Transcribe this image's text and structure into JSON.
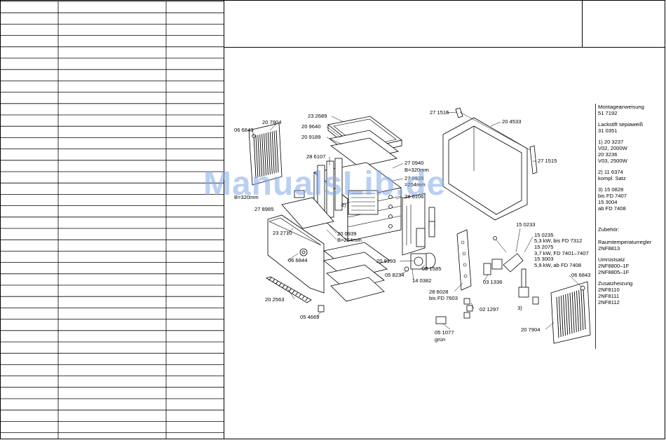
{
  "watermark": "ManualsLib.de",
  "labels": [
    {
      "id": "l1",
      "text": "06 6843"
    },
    {
      "id": "l2",
      "text": "20 7904"
    },
    {
      "id": "l3",
      "text": "23 2689"
    },
    {
      "id": "l4",
      "text": "20 9640"
    },
    {
      "id": "l5",
      "text": "20 9189"
    },
    {
      "id": "l6",
      "text": "28 6107"
    },
    {
      "id": "l7",
      "text": "27 0940"
    },
    {
      "id": "l8",
      "text": "B=320mm"
    },
    {
      "id": "l9",
      "text": "27 0939"
    },
    {
      "id": "l10",
      "text": "=254mm"
    },
    {
      "id": "l11",
      "text": "28 6106"
    },
    {
      "id": "l12",
      "text": "27 1515"
    },
    {
      "id": "l13",
      "text": "20 4533"
    },
    {
      "id": "l14",
      "text": "27 1515"
    },
    {
      "id": "l15",
      "text": "15 0233"
    },
    {
      "id": "l16",
      "text": "15 0235"
    },
    {
      "id": "l17",
      "text": "5,3 kW, bis FD 7312"
    },
    {
      "id": "l18",
      "text": "15 2075"
    },
    {
      "id": "l19",
      "text": "3,7 kW, FD 7401–7407"
    },
    {
      "id": "l20",
      "text": "15 3003"
    },
    {
      "id": "l21",
      "text": "5,9 kW, ab FD 7408"
    },
    {
      "id": "l22",
      "text": "06 6843"
    },
    {
      "id": "l23",
      "text": "20 7904"
    },
    {
      "id": "l24",
      "text": "3)"
    },
    {
      "id": "l25",
      "text": "02 1297"
    },
    {
      "id": "l26",
      "text": "05 1077"
    },
    {
      "id": "l27",
      "text": "grün"
    },
    {
      "id": "l28",
      "text": "28 6028"
    },
    {
      "id": "l29",
      "text": "bis FD 7603"
    },
    {
      "id": "l30",
      "text": "03 1336"
    },
    {
      "id": "l31",
      "text": "05 1585"
    },
    {
      "id": "l32",
      "text": "14 0382"
    },
    {
      "id": "l33",
      "text": "05 8234"
    },
    {
      "id": "l34",
      "text": "20 9193"
    },
    {
      "id": "l35",
      "text": "20 0939"
    },
    {
      "id": "l36",
      "text": "B=254mm"
    },
    {
      "id": "l37",
      "text": "2)"
    },
    {
      "id": "l38",
      "text": "27 8985"
    },
    {
      "id": "l39",
      "text": "23 2710"
    },
    {
      "id": "l40",
      "text": "06 6844"
    },
    {
      "id": "l41",
      "text": "20 2563"
    },
    {
      "id": "l42",
      "text": "05 4669"
    },
    {
      "id": "l43",
      "text": "B=320mm"
    }
  ],
  "notes": {
    "lines": [
      "Montageanweisung",
      "51 7192",
      "",
      "Lackstift  sepiaweiß",
      "31 0351",
      "",
      "1)  20 3237",
      "     V02, 2000W",
      "     20 3236",
      "     V03, 2500W",
      "",
      "2)  11 6374",
      "     kompl. Satz",
      "",
      "3)  15 0828",
      "     bis FD 7407",
      "     15 3004",
      "     ab FD 7408"
    ],
    "accessory_lines": [
      "Zubehör:",
      "",
      "Raumtemperaturregler",
      "2NF8813",
      "",
      "Umrüstsatz",
      "2NF8800–1F",
      "2NF8805–1F",
      "",
      "Zusatzheizung",
      "2NF8110",
      "2NF8111",
      "2NF8112"
    ]
  }
}
